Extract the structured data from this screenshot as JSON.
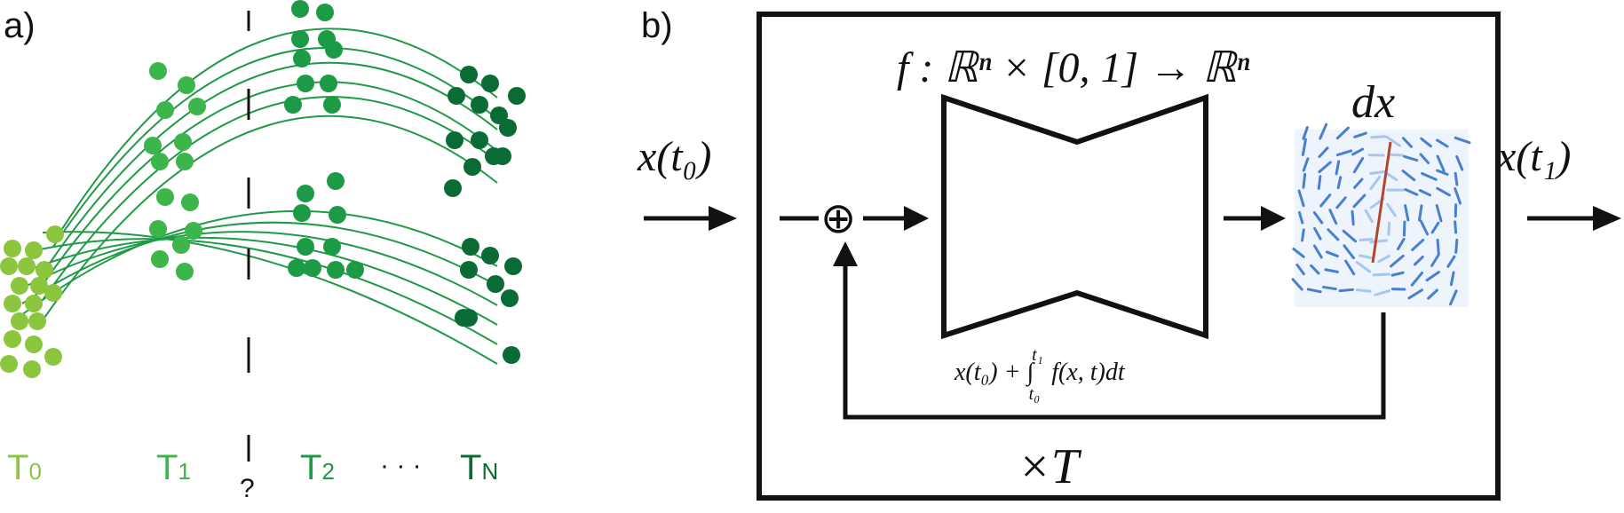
{
  "panel_a": {
    "label": "a)",
    "time_labels": [
      {
        "main": "T",
        "sub": "0"
      },
      {
        "main": "T",
        "sub": "1"
      },
      {
        "main": "T",
        "sub": "2"
      },
      {
        "main": "T",
        "sub": "N"
      }
    ],
    "ellipsis": "· · ·",
    "question_mark": "?",
    "colors": {
      "t0": "#8cc63f",
      "t1": "#3cb54a",
      "t2": "#1d9a45",
      "tN": "#0b6b35",
      "curve": "#1f9a46",
      "divider": "#111111"
    }
  },
  "panel_b": {
    "label": "b)",
    "function_signature": "f : ℝⁿ × [0, 1] → ℝⁿ",
    "input_label": "x(t₀)",
    "output_label": "x(t₁)",
    "vector_field_label": "dx",
    "sum_symbol": "⊕",
    "integral_formula": "x(t₀) + ∫_{t₀}^{t₁} f(x, t)dt",
    "repeat_label": "×T",
    "colors": {
      "box": "#111111",
      "arrows": "#111111",
      "vector_field": "#4a7fcf",
      "vector_field_light": "#a9c6ee",
      "highlight_arrow": "#b5452a"
    }
  }
}
